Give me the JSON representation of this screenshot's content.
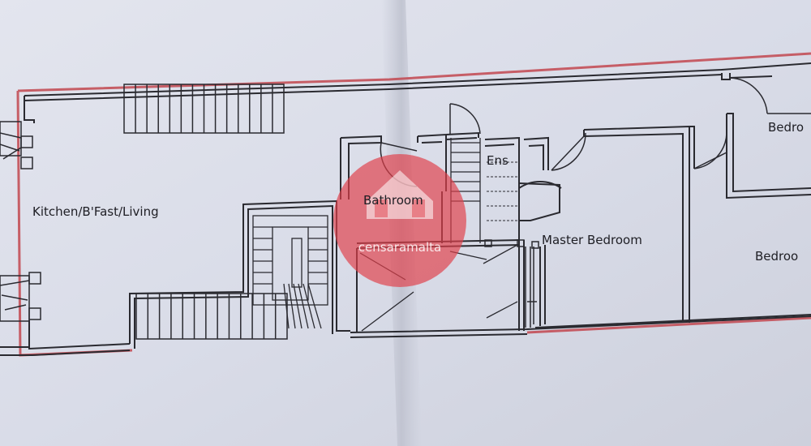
{
  "rooms": {
    "kitchen": "Kitchen/B'Fast/Living",
    "bathroom": "Bathroom",
    "ensuite": "Ens",
    "master_bedroom": "Master Bedroom",
    "bedroom_top": "Bedro",
    "bedroom_right": "Bedroo"
  },
  "watermark": {
    "text": "censaramalta"
  },
  "colors": {
    "paper": "#d8dbe6",
    "wall": "#2a2a30",
    "boundary": "#c2474f",
    "watermark": "#e0404a"
  }
}
